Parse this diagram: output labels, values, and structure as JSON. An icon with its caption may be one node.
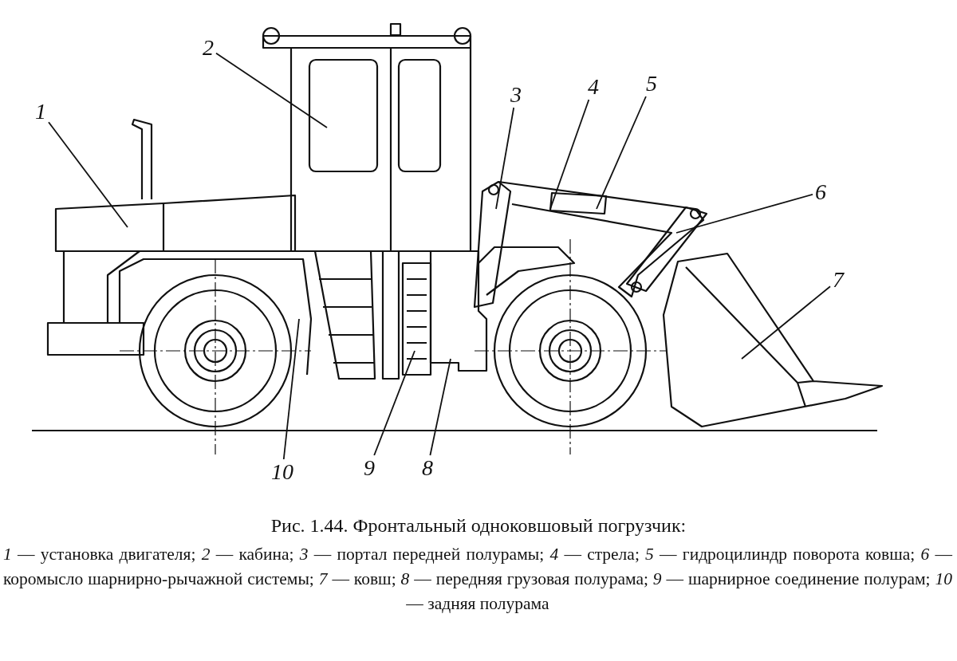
{
  "diagram": {
    "caption": "Рис. 1.44. Фронтальный одноковшовый погрузчик:",
    "nodes": [
      {
        "text": [
          "1"
        ]
      },
      {
        "text": [
          "2"
        ]
      },
      {
        "text": [
          "3"
        ]
      },
      {
        "text": [
          "4"
        ]
      },
      {
        "text": [
          "5"
        ]
      },
      {
        "text": [
          "6"
        ]
      },
      {
        "text": [
          "7"
        ]
      },
      {
        "text": [
          "8"
        ]
      },
      {
        "text": [
          "9"
        ]
      },
      {
        "text": [
          "10"
        ]
      }
    ],
    "edges": [
      {
        "from": 0,
        "to": null,
        "arrow": "none"
      },
      {
        "from": 1,
        "to": null,
        "arrow": "none"
      },
      {
        "from": 2,
        "to": null,
        "arrow": "none"
      },
      {
        "from": 3,
        "to": null,
        "arrow": "none"
      },
      {
        "from": 4,
        "to": null,
        "arrow": "none"
      },
      {
        "from": 5,
        "to": null,
        "arrow": "none"
      },
      {
        "from": 6,
        "to": null,
        "arrow": "none"
      },
      {
        "from": 7,
        "to": null,
        "arrow": "none"
      },
      {
        "from": 8,
        "to": null,
        "arrow": "none"
      },
      {
        "from": 9,
        "to": null,
        "arrow": "none"
      }
    ],
    "labels": [
      "*1* — установка двигателя; *2* — кабина; *3* — портал передней полурамы; *4* — стрела; *5* — гидроцилиндр поворота ковша; *6* — коромысло шарнирно-рычажной системы; *7* — ковш; *8* — передняя грузовая полурама; *9* — шарнирное соединение полурам; *10* — задняя полурама"
    ]
  }
}
